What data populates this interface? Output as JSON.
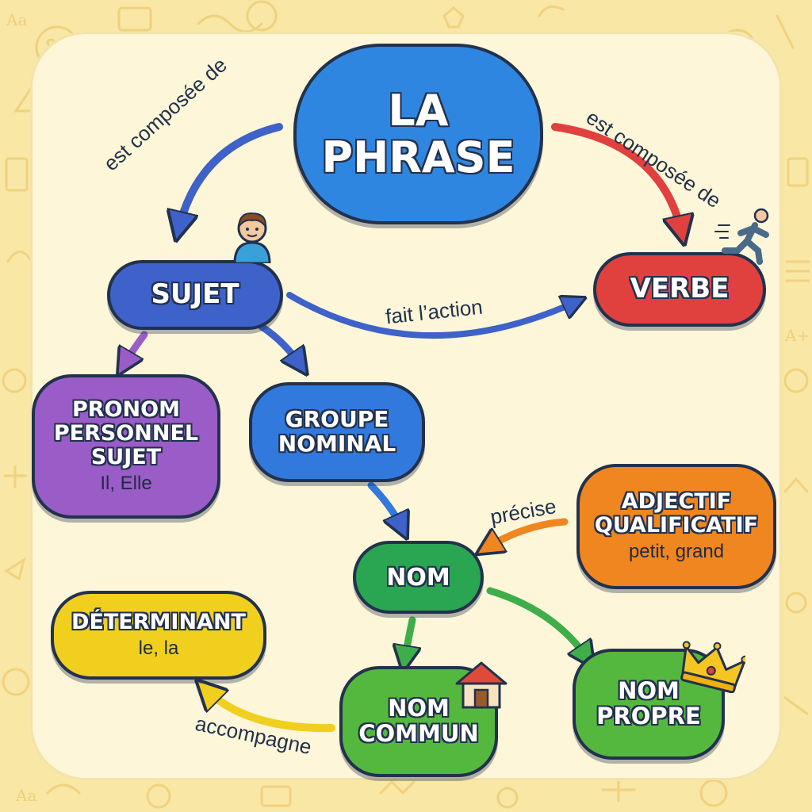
{
  "nodes": {
    "phrase": {
      "line1": "LA",
      "line2": "PHRASE"
    },
    "sujet": {
      "label": "SUJET"
    },
    "verbe": {
      "label": "VERBE"
    },
    "pronom": {
      "line1": "PRONOM",
      "line2": "PERSONNEL",
      "line3": "SUJET",
      "example": "Il, Elle"
    },
    "groupe": {
      "line1": "GROUPE",
      "line2": "NOMINAL"
    },
    "adjectif": {
      "line1": "ADJECTIF",
      "line2": "QUALIFICATIF",
      "example": "petit, grand"
    },
    "nom": {
      "label": "NOM"
    },
    "determinant": {
      "label": "DÉTERMINANT",
      "example": "le, la"
    },
    "nom_commun": {
      "line1": "NOM",
      "line2": "COMMUN"
    },
    "nom_propre": {
      "line1": "NOM",
      "line2": "PROPRE"
    }
  },
  "relations": {
    "left_compose": "est composée de",
    "right_compose": "est composée de",
    "fait_action": "fait l’action",
    "precise": "précise",
    "accompagne": "accompagne"
  },
  "colors": {
    "background": "#f9e7a6",
    "panel": "#fdf6d8",
    "outline": "#22314d",
    "phrase": "#2f86e0",
    "sujet": "#3e62c9",
    "verbe": "#e0413f",
    "pronom": "#9a5cc7",
    "groupe": "#3279dd",
    "adjectif": "#f0861f",
    "nom": "#2aa552",
    "determinant": "#f0cf1f",
    "nom_commun": "#55b83e",
    "nom_propre": "#55b83e"
  },
  "icons": [
    "child-icon",
    "running-man-icon",
    "house-icon",
    "crown-icon"
  ]
}
